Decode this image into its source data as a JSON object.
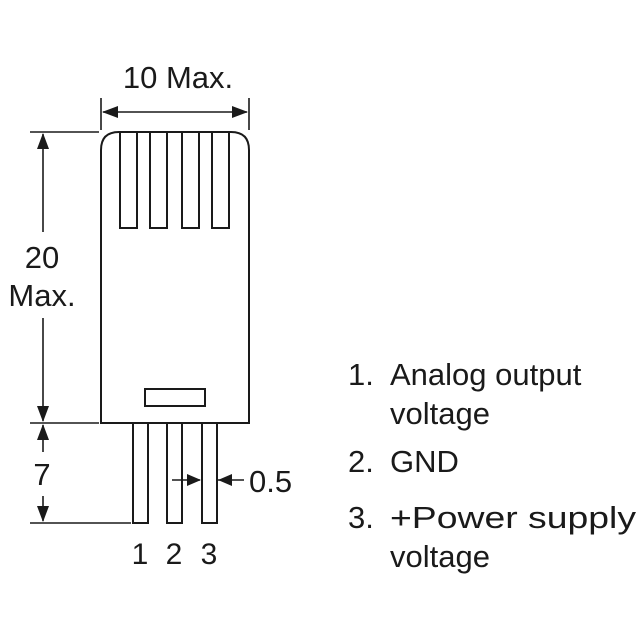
{
  "dimensions": {
    "width_label": "10 Max.",
    "height_label_line1": "20",
    "height_label_line2": "Max.",
    "lead_length_label": "7",
    "lead_width_label": "0.5"
  },
  "pin_numbers": [
    "1",
    "2",
    "3"
  ],
  "legend": [
    {
      "number": "1.",
      "lines": [
        "Analog output",
        "voltage"
      ]
    },
    {
      "number": "2.",
      "lines": [
        "GND"
      ]
    },
    {
      "number": "3.",
      "lines": [
        "+Power supply",
        "voltage"
      ]
    }
  ]
}
